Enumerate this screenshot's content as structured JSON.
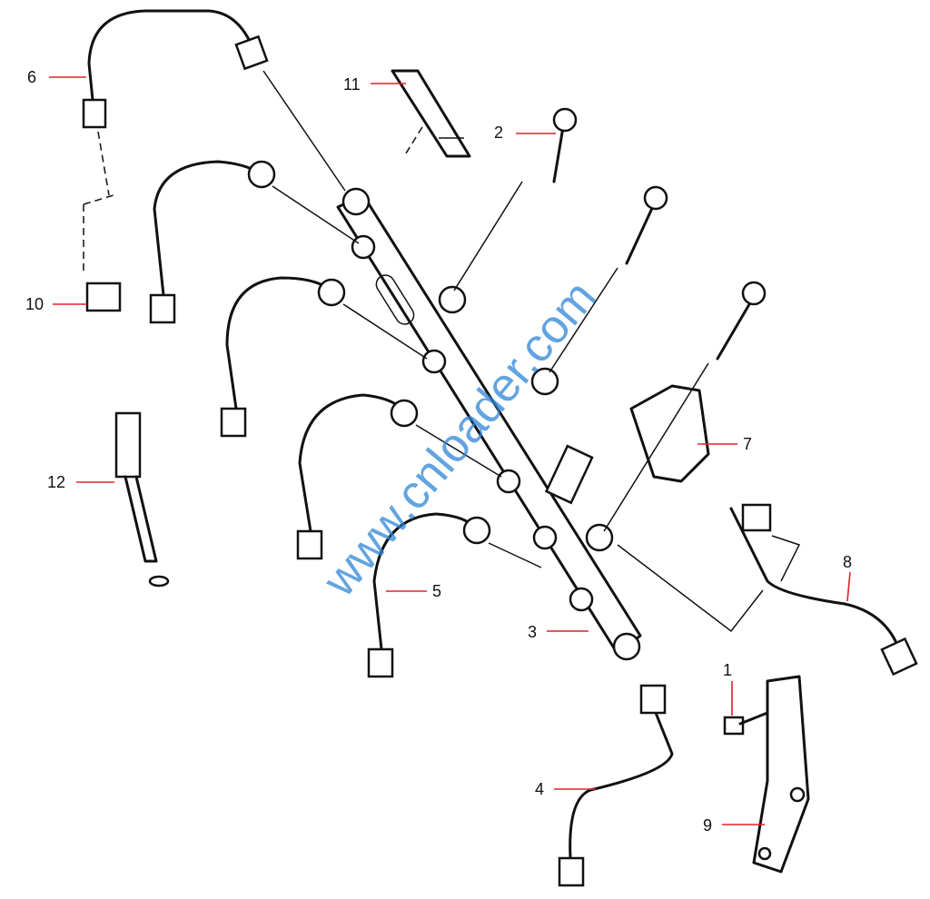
{
  "diagram": {
    "callouts": [
      {
        "id": "6",
        "text": "6"
      },
      {
        "id": "11",
        "text": "11"
      },
      {
        "id": "2",
        "text": "2"
      },
      {
        "id": "10",
        "text": "10"
      },
      {
        "id": "12",
        "text": "12"
      },
      {
        "id": "7",
        "text": "7"
      },
      {
        "id": "8",
        "text": "8"
      },
      {
        "id": "5",
        "text": "5"
      },
      {
        "id": "3",
        "text": "3"
      },
      {
        "id": "1",
        "text": "1"
      },
      {
        "id": "4",
        "text": "4"
      },
      {
        "id": "9",
        "text": "9"
      }
    ],
    "watermark": "www.cnloader.com",
    "leader_color": "#e0202a",
    "watermark_color": "#2f86d6"
  }
}
